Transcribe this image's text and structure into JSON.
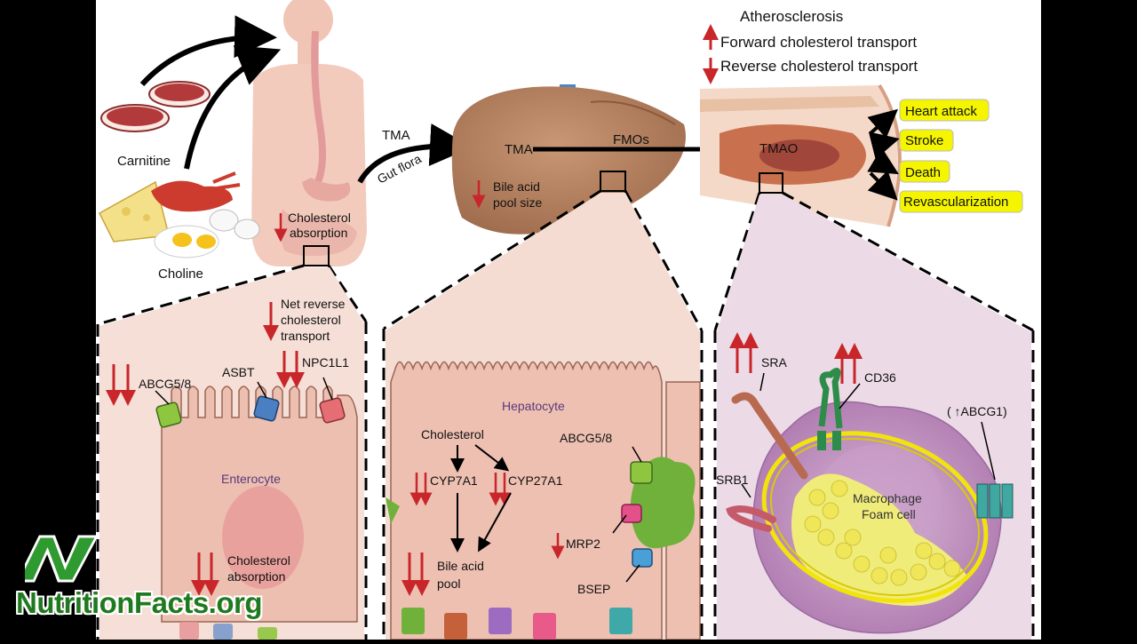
{
  "legend": {
    "title": "Atherosclerosis",
    "forward": "Forward cholesterol transport",
    "reverse": "Reverse cholesterol transport"
  },
  "top": {
    "carnitine": "Carnitine",
    "choline": "Choline",
    "tma_arrow": "TMA",
    "gut_flora": "Gut flora",
    "tma_liver": "TMA",
    "fmos": "FMOs",
    "bile_acid_pool_size": [
      "Bile acid",
      "pool size"
    ],
    "cholesterol_absorption_top": [
      "Cholesterol",
      "absorption"
    ],
    "tmao": "TMAO",
    "net_reverse": [
      "Net reverse",
      "cholesterol",
      "transport"
    ]
  },
  "outcomes": [
    "Heart attack",
    "Stroke",
    "Death",
    "Revascularization"
  ],
  "enterocyte_panel": {
    "abcg58": "ABCG5/8",
    "asbt": "ASBT",
    "npc1l1": "NPC1L1",
    "cell": "Enterocyte",
    "cholesterol_absorption": [
      "Cholesterol",
      "absorption"
    ]
  },
  "hepatocyte_panel": {
    "cell": "Hepatocyte",
    "cholesterol": "Cholesterol",
    "cyp7a1": "CYP7A1",
    "cyp27a1": "CYP27A1",
    "abcg58": "ABCG5/8",
    "mrp2": "MRP2",
    "bile_acid_pool": [
      "Bile acid",
      "pool"
    ],
    "bsep": "BSEP"
  },
  "macrophage_panel": {
    "sra": "SRA",
    "cd36": "CD36",
    "abcg1": "( ↑ABCG1)",
    "srb1": "SRB1",
    "cell": [
      "Macrophage",
      "Foam cell"
    ]
  },
  "brand": {
    "name": "NutritionFacts.org",
    "mark": "N"
  },
  "colors": {
    "arrow_red": "#c8262a",
    "outcome_box": "#f5f500",
    "liver": "#b07a55",
    "panel_enterocyte": "#f3d2c8",
    "panel_hepatocyte": "#f1cfc2",
    "panel_macrophage": "#ead4e0",
    "logo_green": "#1f7a1f"
  }
}
